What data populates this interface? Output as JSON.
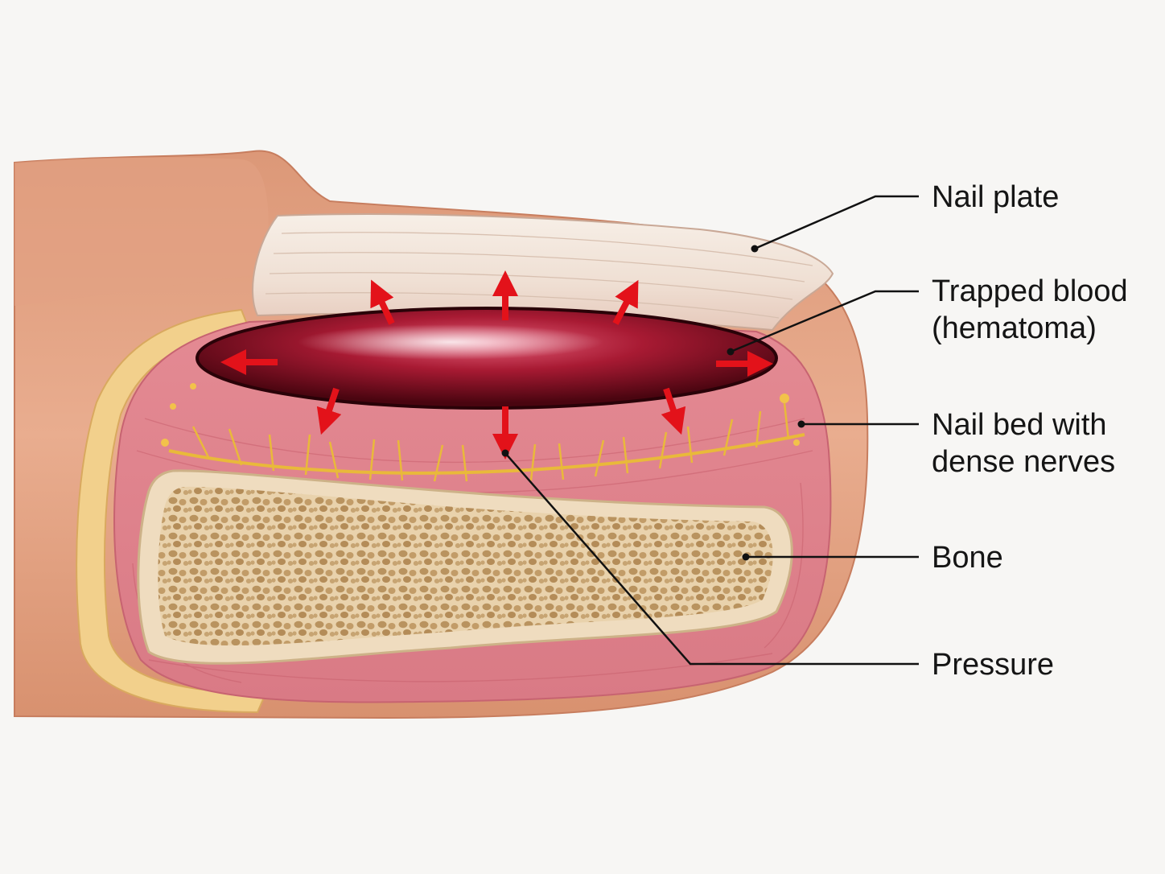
{
  "labels": {
    "nail_plate": [
      "Nail plate"
    ],
    "trapped_blood": [
      "Trapped blood",
      "(hematoma)"
    ],
    "nail_bed": [
      "Nail bed with",
      "dense nerves"
    ],
    "bone": [
      "Bone"
    ],
    "pressure": [
      "Pressure"
    ]
  },
  "colors": {
    "background": "#f7f6f4",
    "skin": "#e7a88a",
    "dermis": "#e6939a",
    "fat": "#f4d594",
    "nail": "#f2e7dc",
    "hematoma": "#8a1224",
    "arrow": "#e3121a",
    "nerve": "#e9b93a",
    "bone_cortex": "#efdcbf",
    "bone_spongy": "#d9b987",
    "leader": "#111111"
  }
}
